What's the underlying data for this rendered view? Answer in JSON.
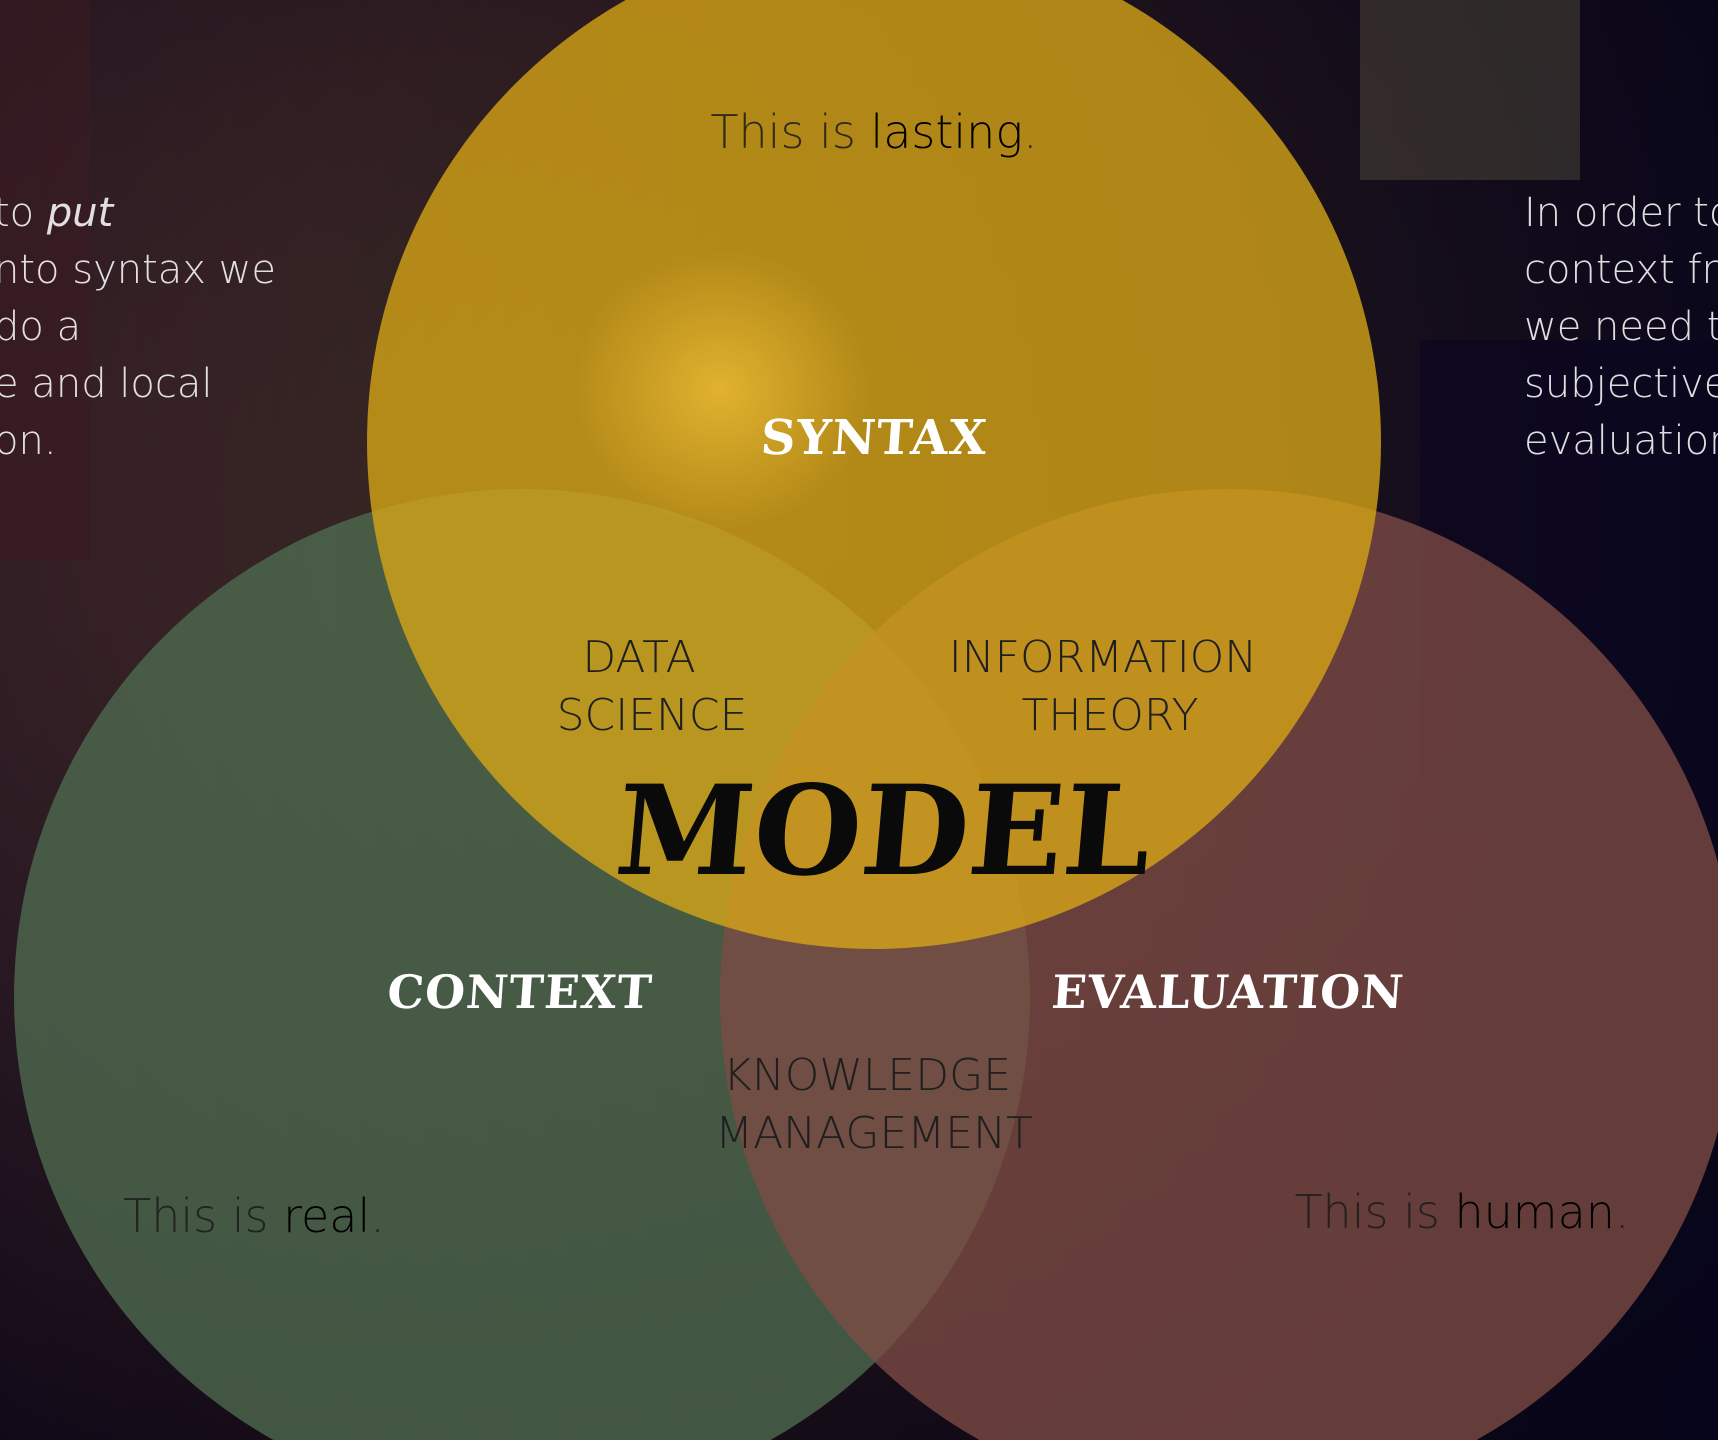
{
  "colors": {
    "syntax": "#d9a716",
    "context": "#4e6c4f",
    "evaluation": "#7e4b44",
    "background": "#1a0f22"
  },
  "left_note": {
    "lines": [
      "to ",
      "nto syntax we",
      "do a",
      "e and local",
      "on."
    ],
    "emphasis": "put"
  },
  "right_note": {
    "lines": [
      "In order to",
      "context fr",
      "we need t",
      "subjective",
      "evaluation"
    ]
  },
  "circles": {
    "syntax": {
      "label": "SYNTAX",
      "tagline_prefix": "This is ",
      "tagline_emphasis": "lasting",
      "tagline_suffix": "."
    },
    "context": {
      "label": "CONTEXT",
      "tagline_prefix": "This is ",
      "tagline_emphasis": "real",
      "tagline_suffix": "."
    },
    "evaluation": {
      "label": "EVALUATION",
      "tagline_prefix": "This is ",
      "tagline_emphasis": "human",
      "tagline_suffix": "."
    }
  },
  "overlaps": {
    "syntax_context": [
      "DATA",
      "SCIENCE"
    ],
    "syntax_evaluation": [
      "INFORMATION",
      "THEORY"
    ],
    "context_evaluation": [
      "KNOWLEDGE",
      "MANAGEMENT"
    ]
  },
  "center": {
    "label": "MODEL"
  }
}
